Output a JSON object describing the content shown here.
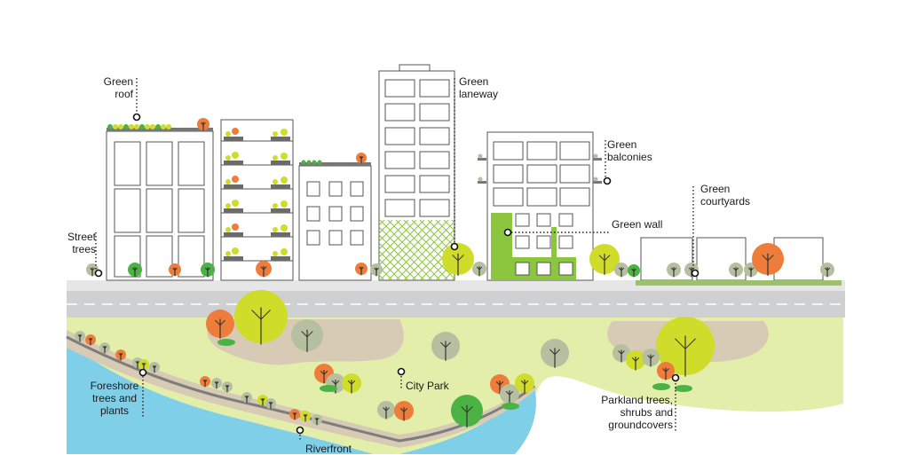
{
  "labels": {
    "green_roof": [
      "Green",
      "roof"
    ],
    "green_laneway": [
      "Green",
      "laneway"
    ],
    "green_balconies": [
      "Green",
      "balconies"
    ],
    "green_courtyards": [
      "Green",
      "courtyards"
    ],
    "green_wall": "Green wall",
    "street_trees": [
      "Street",
      "trees"
    ],
    "foreshore": [
      "Foreshore",
      "trees and",
      "plants"
    ],
    "city_park": "City Park",
    "parkland": [
      "Parkland trees,",
      "shrubs and",
      "groundcovers"
    ],
    "riverfront": "Riverfront"
  },
  "colors": {
    "orange": "#ee7d3b",
    "lime": "#cfdc2a",
    "sage": "#b6c0a0",
    "green": "#4bb244",
    "wall_green": "#8cc63e",
    "park": "#e4eeab",
    "path": "#d7cbb5",
    "river": "#7fcfe9",
    "road": "#cfd0d1"
  }
}
